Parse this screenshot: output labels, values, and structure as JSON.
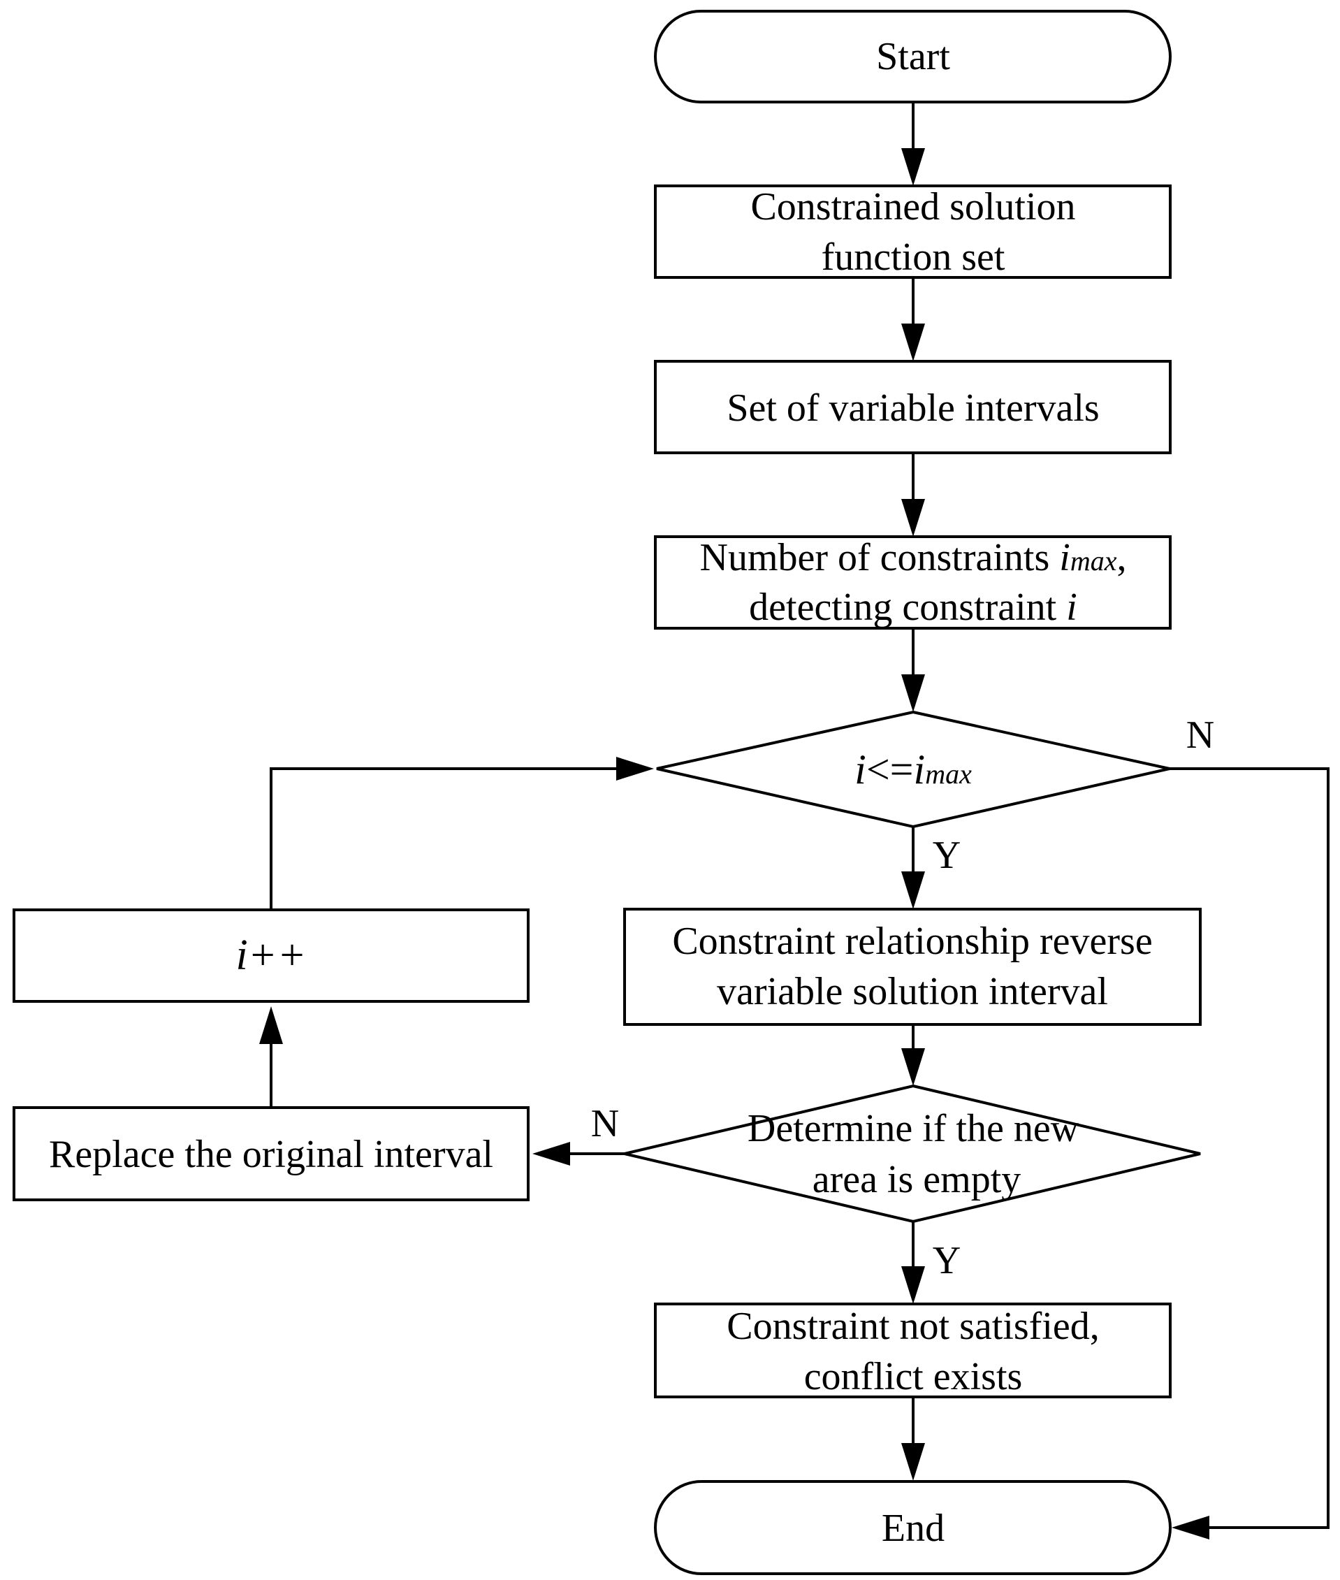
{
  "nodes": {
    "start": "Start",
    "constrained_set_line1": "Constrained solution",
    "constrained_set_line2": "function set",
    "variable_intervals": "Set of variable intervals",
    "num_constraints_prefix": "Number of constraints ",
    "num_constraints_var": "i",
    "num_constraints_sub": "max",
    "num_constraints_suffix": ",",
    "detecting_prefix": "detecting constraint ",
    "detecting_var": "i",
    "decision1_lhs": "i",
    "decision1_op": "<=",
    "decision1_rhs": "i",
    "decision1_sub": "max",
    "increment": "i++",
    "reverse_line1": "Constraint relationship reverse",
    "reverse_line2": "variable solution interval",
    "decision2_line1": "Determine if the new",
    "decision2_line2": "area is empty",
    "replace": "Replace the original interval",
    "conflict_line1": "Constraint not satisfied,",
    "conflict_line2": "conflict exists",
    "end": "End"
  },
  "edge_labels": {
    "decision1_no": "N",
    "decision1_yes": "Y",
    "decision2_no": "N",
    "decision2_yes": "Y"
  }
}
